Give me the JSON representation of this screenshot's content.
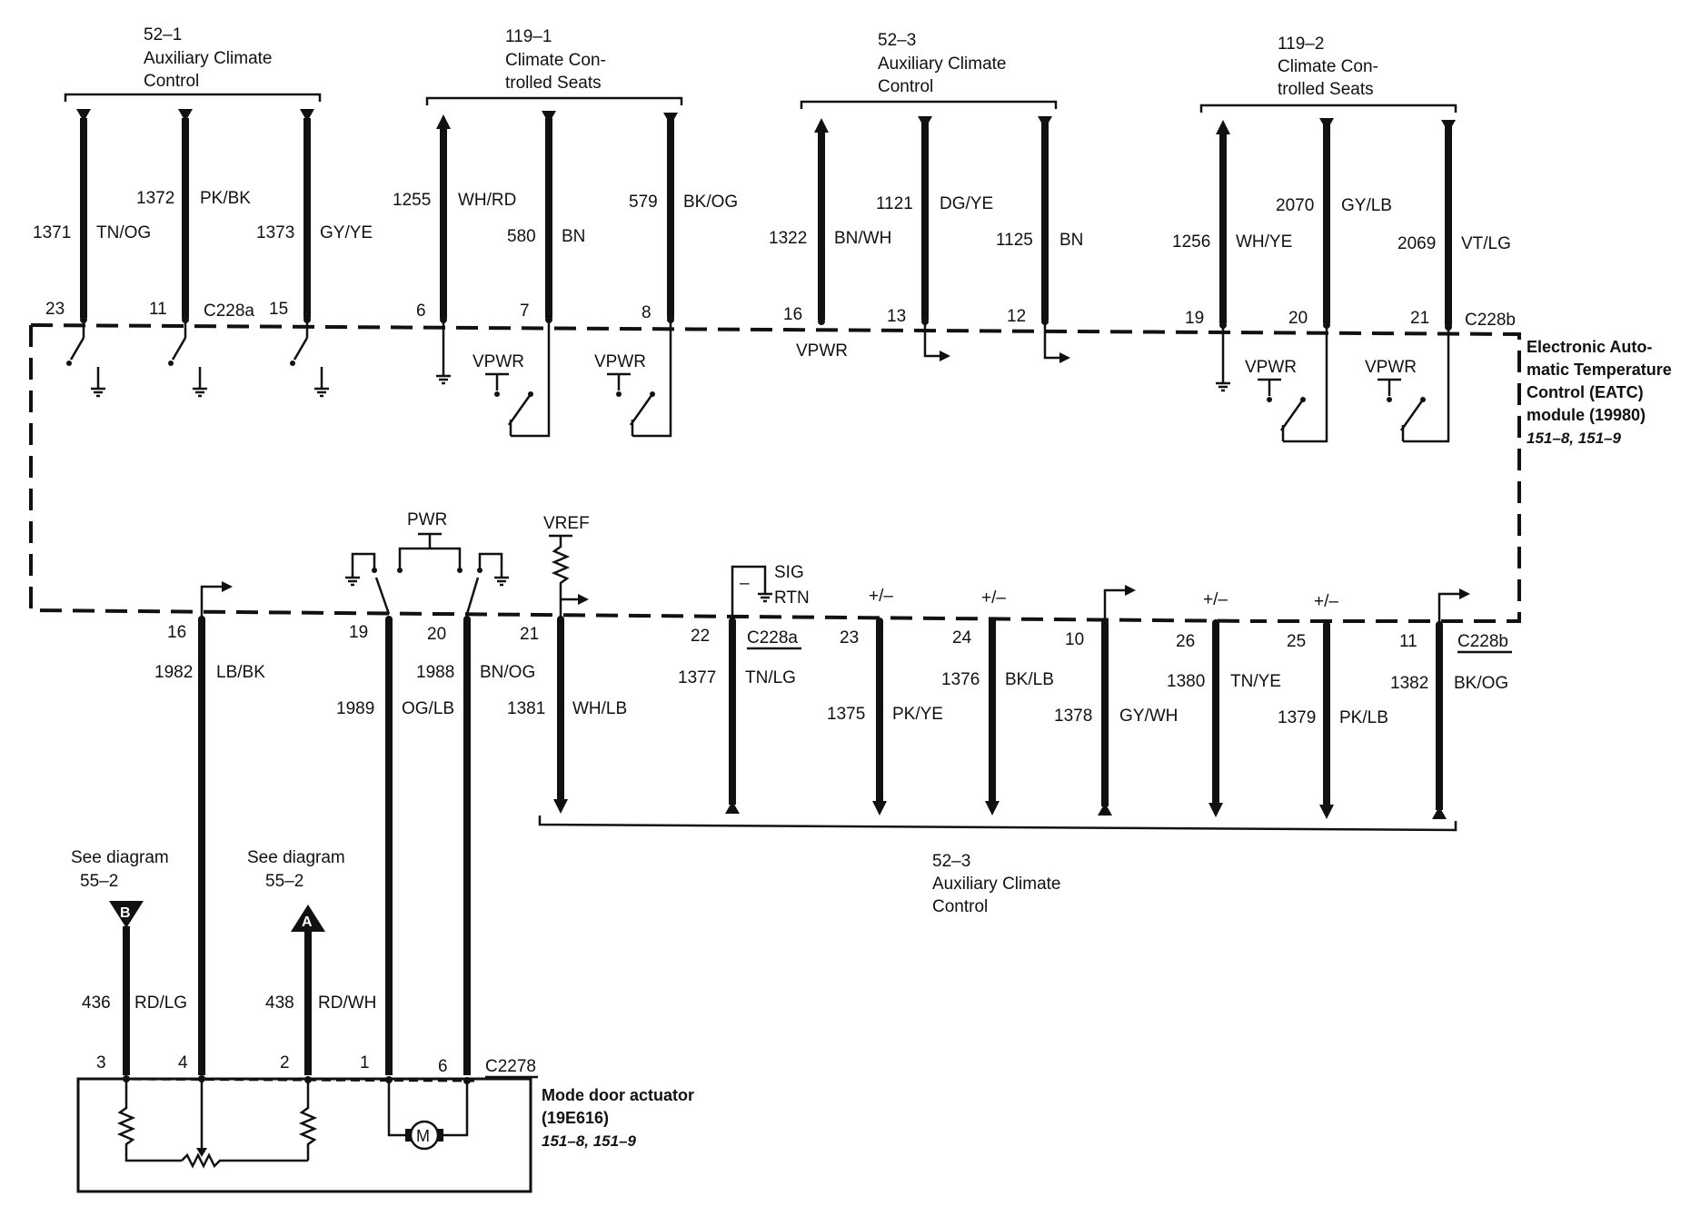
{
  "connectors": {
    "c228a_top": "C228a",
    "c228b_top": "C228b",
    "c228a_bottom": "C228a",
    "c228b_bottom": "C228b",
    "c2278": "C2278"
  },
  "top_groups": [
    {
      "ref": "52–1",
      "name_lines": [
        "Auxiliary Climate",
        "Control"
      ]
    },
    {
      "ref": "119–1",
      "name_lines": [
        "Climate Con-",
        "trolled Seats"
      ]
    },
    {
      "ref": "52–3",
      "name_lines": [
        "Auxiliary Climate",
        "Control"
      ]
    },
    {
      "ref": "119–2",
      "name_lines": [
        "Climate Con-",
        "trolled Seats"
      ]
    }
  ],
  "top_wires": [
    {
      "pin": "23",
      "circuit": "1371",
      "color": "TN/OG"
    },
    {
      "pin": "11",
      "circuit": "1372",
      "color": "PK/BK"
    },
    {
      "pin": "15",
      "circuit": "1373",
      "color": "GY/YE"
    },
    {
      "pin": "6",
      "circuit": "1255",
      "color": "WH/RD"
    },
    {
      "pin": "7",
      "circuit": "580",
      "color": "BN"
    },
    {
      "pin": "8",
      "circuit": "579",
      "color": "BK/OG"
    },
    {
      "pin": "16",
      "circuit": "1322",
      "color": "BN/WH"
    },
    {
      "pin": "13",
      "circuit": "1121",
      "color": "DG/YE"
    },
    {
      "pin": "12",
      "circuit": "1125",
      "color": "BN"
    },
    {
      "pin": "19",
      "circuit": "1256",
      "color": "WH/YE"
    },
    {
      "pin": "20",
      "circuit": "2070",
      "color": "GY/LB"
    },
    {
      "pin": "21",
      "circuit": "2069",
      "color": "VT/LG"
    }
  ],
  "module": {
    "name_lines": [
      "Electronic Auto-",
      "matic Temperature",
      "Control (EATC)",
      "module (19980)"
    ],
    "refs": "151–8, 151–9"
  },
  "internal": {
    "vpwr": "VPWR",
    "pwr": "PWR",
    "vref": "VREF",
    "sig": "SIG",
    "rtn": "RTN",
    "minus": "–",
    "plusminus": "+/–"
  },
  "bottom_wires": [
    {
      "pin": "16",
      "circuit": "1982",
      "color": "LB/BK"
    },
    {
      "pin": "19",
      "circuit": "1989",
      "color": "OG/LB"
    },
    {
      "pin": "20",
      "circuit": "1988",
      "color": "BN/OG"
    },
    {
      "pin": "21",
      "circuit": "1381",
      "color": "WH/LB"
    },
    {
      "pin": "22",
      "circuit": "1377",
      "color": "TN/LG"
    },
    {
      "pin": "23",
      "circuit": "1375",
      "color": "PK/YE"
    },
    {
      "pin": "24",
      "circuit": "1376",
      "color": "BK/LB"
    },
    {
      "pin": "10",
      "circuit": "1378",
      "color": "GY/WH"
    },
    {
      "pin": "26",
      "circuit": "1380",
      "color": "TN/YE"
    },
    {
      "pin": "25",
      "circuit": "1379",
      "color": "PK/LB"
    },
    {
      "pin": "11",
      "circuit": "1382",
      "color": "BK/OG"
    }
  ],
  "bottom_group": {
    "ref": "52–3",
    "name_lines": [
      "Auxiliary Climate",
      "Control"
    ]
  },
  "see_diagram": [
    {
      "text": "See diagram",
      "ref": "55–2",
      "marker": "B"
    },
    {
      "text": "See diagram",
      "ref": "55–2",
      "marker": "A"
    }
  ],
  "actuator_wires": [
    {
      "pin": "3",
      "circuit": "436",
      "color": "RD/LG"
    },
    {
      "pin": "4"
    },
    {
      "pin": "2",
      "circuit": "438",
      "color": "RD/WH"
    },
    {
      "pin": "1"
    },
    {
      "pin": "6"
    }
  ],
  "actuator": {
    "name_lines": [
      "Mode door actuator",
      "(19E616)"
    ],
    "refs": "151–8, 151–9",
    "motor": "M"
  }
}
